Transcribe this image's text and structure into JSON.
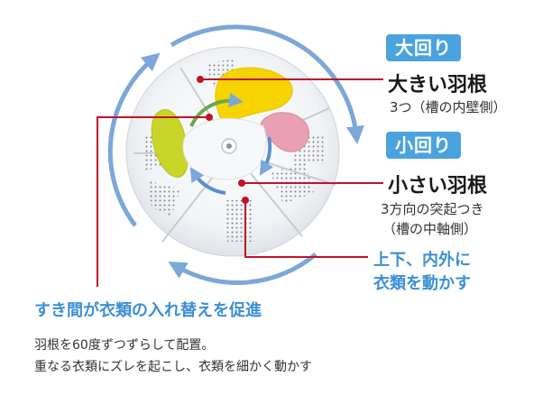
{
  "tags": {
    "large": "大回り",
    "small": "小回り"
  },
  "large_blade": {
    "title": "大きい羽根",
    "sub": "3つ（槽の内壁側）"
  },
  "small_blade": {
    "title": "小さい羽根",
    "sub1": "3方向の突起つき",
    "sub2": "（槽の中軸側）"
  },
  "motion": {
    "line1": "上下、内外に",
    "line2": "衣類を動かす"
  },
  "gap": {
    "heading": "すき間が衣類の入れ替えを促進",
    "line1": "羽根を60度ずつずらして配置。",
    "line2": "重なる衣類にズレを起こし、衣類を細かく動かす"
  },
  "colors": {
    "accent_blue": "#3b8fd6",
    "tag_blue": "#4aa3df",
    "leader_red": "#c0142a",
    "arrow_blue": "#7ba7d9",
    "blade_yellow": "#f5d400",
    "blade_green": "#c8d62a",
    "blade_pink": "#e9a0b4"
  }
}
